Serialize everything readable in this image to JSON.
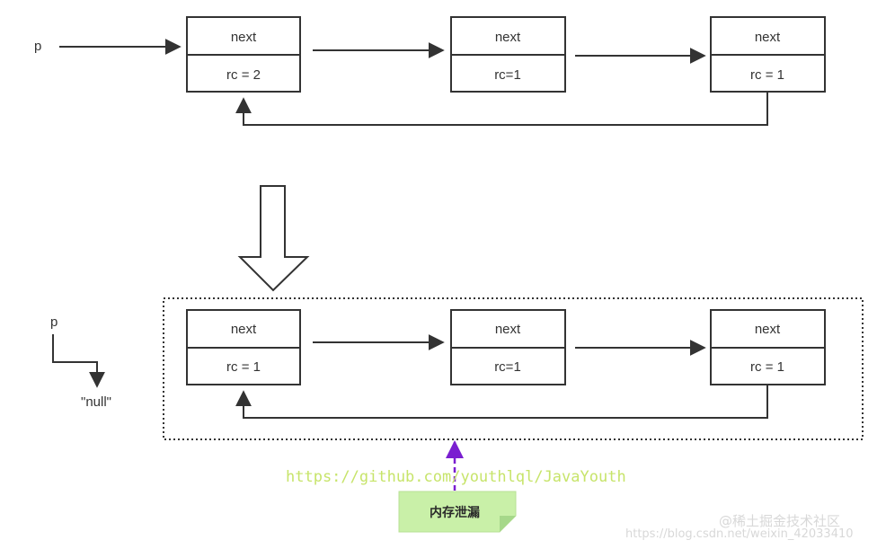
{
  "diagram": {
    "top": {
      "pointer_label": "p",
      "nodes": [
        {
          "next_label": "next",
          "rc_label": "rc = 2"
        },
        {
          "next_label": "next",
          "rc_label": "rc=1"
        },
        {
          "next_label": "next",
          "rc_label": "rc = 1"
        }
      ]
    },
    "bottom": {
      "pointer_label": "p",
      "null_label": "\"null\"",
      "nodes": [
        {
          "next_label": "next",
          "rc_label": "rc = 1"
        },
        {
          "next_label": "next",
          "rc_label": "rc=1"
        },
        {
          "next_label": "next",
          "rc_label": "rc = 1"
        }
      ]
    },
    "annotation": {
      "url": "https://github.com/youthlql/JavaYouth",
      "note": "内存泄漏"
    },
    "watermarks": {
      "site": "https://blog.csdn.net/weixin_42033410",
      "brand": "@稀土掘金技术社区"
    }
  },
  "colors": {
    "line": "#333333",
    "box_fill": "#ffffff",
    "note_fill": "#c9f0a8",
    "note_fold": "#a6d88a",
    "annotation_arrow": "#7a1fd0",
    "url_text": "#c7e46a"
  }
}
